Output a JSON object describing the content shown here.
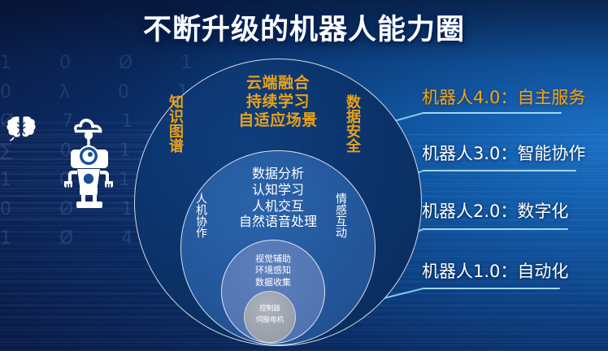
{
  "header": {
    "title": "不断升级的机器人能力圈"
  },
  "icons": {
    "brain": "brain-icon",
    "robot": "robot-icon",
    "cloud": "cloud-icon"
  },
  "colors": {
    "accent_orange": "#e8a21a",
    "label_orange": "#f0a41c",
    "connector_blue": "#7ec8f0",
    "ring4_fill": "#0b3268",
    "ring3_fill": "#235699",
    "ring2_fill": "#5376b4",
    "ring1_fill": "#9ba2ae",
    "text_white": "#ffffff",
    "bg_left": "#0a1c48",
    "bg_right": "#1664bd"
  },
  "rings": [
    {
      "id": "ring-4",
      "level": "4.0",
      "top_text": [
        "云端融合",
        "持续学习",
        "自适应场景"
      ],
      "left_label": "知识图谱",
      "right_label": "数据安全",
      "text_color": "#e8a21a"
    },
    {
      "id": "ring-3",
      "level": "3.0",
      "top_text": [
        "数据分析",
        "认知学习",
        "人机交互",
        "自然语音处理"
      ],
      "left_label": "人机协作",
      "right_label": "情感互动",
      "text_color": "#ffffff"
    },
    {
      "id": "ring-2",
      "level": "2.0",
      "top_text": [
        "视觉辅助",
        "环境感知",
        "数据收集"
      ],
      "left_label": "",
      "right_label": "",
      "text_color": "#ffffff"
    },
    {
      "id": "ring-1",
      "level": "1.0",
      "top_text": [
        "控制器",
        "伺服电机"
      ],
      "left_label": "",
      "right_label": "",
      "text_color": "#ffffff"
    }
  ],
  "legend": [
    {
      "id": "legend-4",
      "text": "机器人4.0：自主服务",
      "highlight": true
    },
    {
      "id": "legend-3",
      "text": "机器人3.0：智能协作",
      "highlight": false
    },
    {
      "id": "legend-2",
      "text": "机器人2.0：数字化",
      "highlight": false
    },
    {
      "id": "legend-1",
      "text": "机器人1.0：自动化",
      "highlight": false
    }
  ],
  "ring4_line1": "云端融合",
  "ring4_line2": "持续学习",
  "ring4_line3": "自适应场景",
  "ring3_line1": "数据分析",
  "ring3_line2": "认知学习",
  "ring3_line3": "人机交互",
  "ring3_line4": "自然语音处理",
  "ring2_line1": "视觉辅助",
  "ring2_line2": "环境感知",
  "ring2_line3": "数据收集",
  "ring1_line1": "控制器",
  "ring1_line2": "伺服电机",
  "bg_glyph_text": "1 0 Ø 1 0 λ 0 1 Ø 7 1 0 ∑ 0 1 Ø 1 0 1 π 0 Ø 1 0 1 Ø 4 1"
}
